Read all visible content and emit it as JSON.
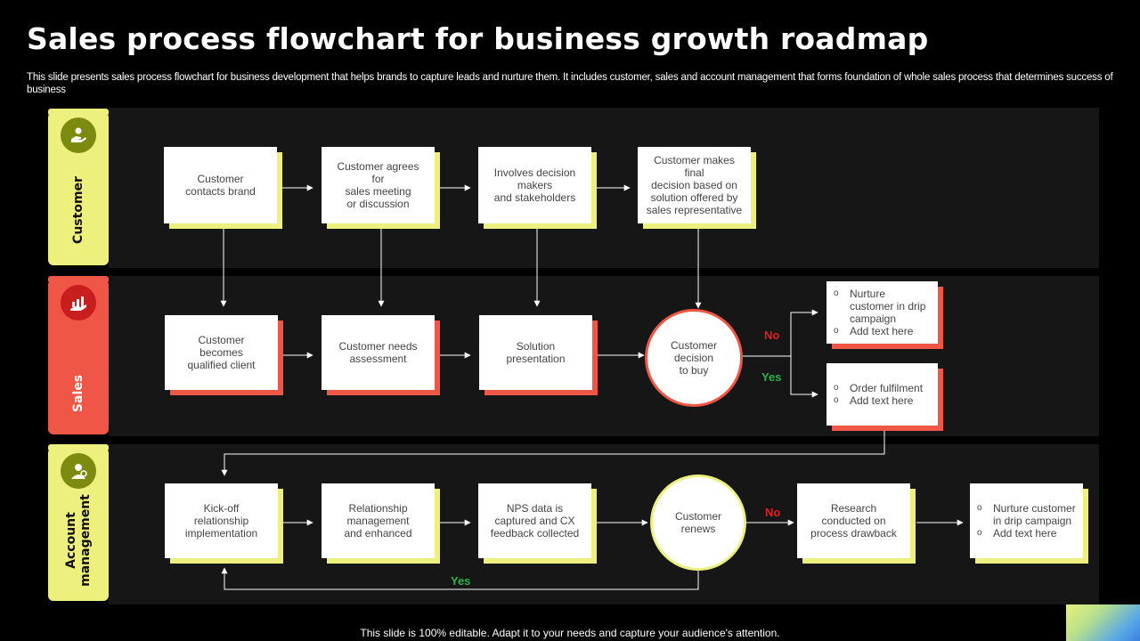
{
  "title": "Sales process flowchart for business growth roadmap",
  "subtitle": "This slide presents sales process flowchart for business development that helps brands to capture leads and nurture them. It includes customer, sales and account management that forms foundation of whole sales process that determines success of business",
  "footer": "This slide is 100% editable. Adapt it to your needs and capture your audience's attention.",
  "colors": {
    "yellow": "#eef07e",
    "red": "#ef5645",
    "green": "#2fb04a",
    "no": "#e02020"
  },
  "lanes": [
    {
      "label": "Customer",
      "icon": "customer-hand-icon"
    },
    {
      "label": "Sales",
      "icon": "sales-chart-icon"
    },
    {
      "label_line1": "Account",
      "label_line2": "management",
      "icon": "account-manager-icon"
    }
  ],
  "customer_lane": {
    "step1": "Customer\ncontacts brand",
    "step2": "Customer agrees\nfor\nsales meeting\nor discussion",
    "step3": "Involves decision\nmakers\nand stakeholders",
    "step4": "Customer makes final\ndecision based on\nsolution offered by\nsales representative"
  },
  "sales_lane": {
    "step1": "Customer\nbecomes\nqualified client",
    "step2": "Customer needs\nassessment",
    "step3": "Solution\npresentation",
    "decision": "Customer\ndecision\nto buy",
    "no_label": "No",
    "yes_label": "Yes",
    "no_items": [
      "Nurture customer in drip campaign",
      "Add text here"
    ],
    "yes_items": [
      "Order fulfilment",
      "Add text here"
    ]
  },
  "account_lane": {
    "step1": "Kick-off\nrelationship\nimplementation",
    "step2": "Relationship\nmanagement\nand enhanced",
    "step3": "NPS data is\ncaptured and CX\nfeedback collected",
    "decision": "Customer\nrenews",
    "no_label": "No",
    "yes_label": "Yes",
    "research": "Research\nconducted on\nprocess drawback",
    "no_items": [
      "Nurture customer in drip campaign",
      "Add text here"
    ]
  },
  "bullet": "o"
}
